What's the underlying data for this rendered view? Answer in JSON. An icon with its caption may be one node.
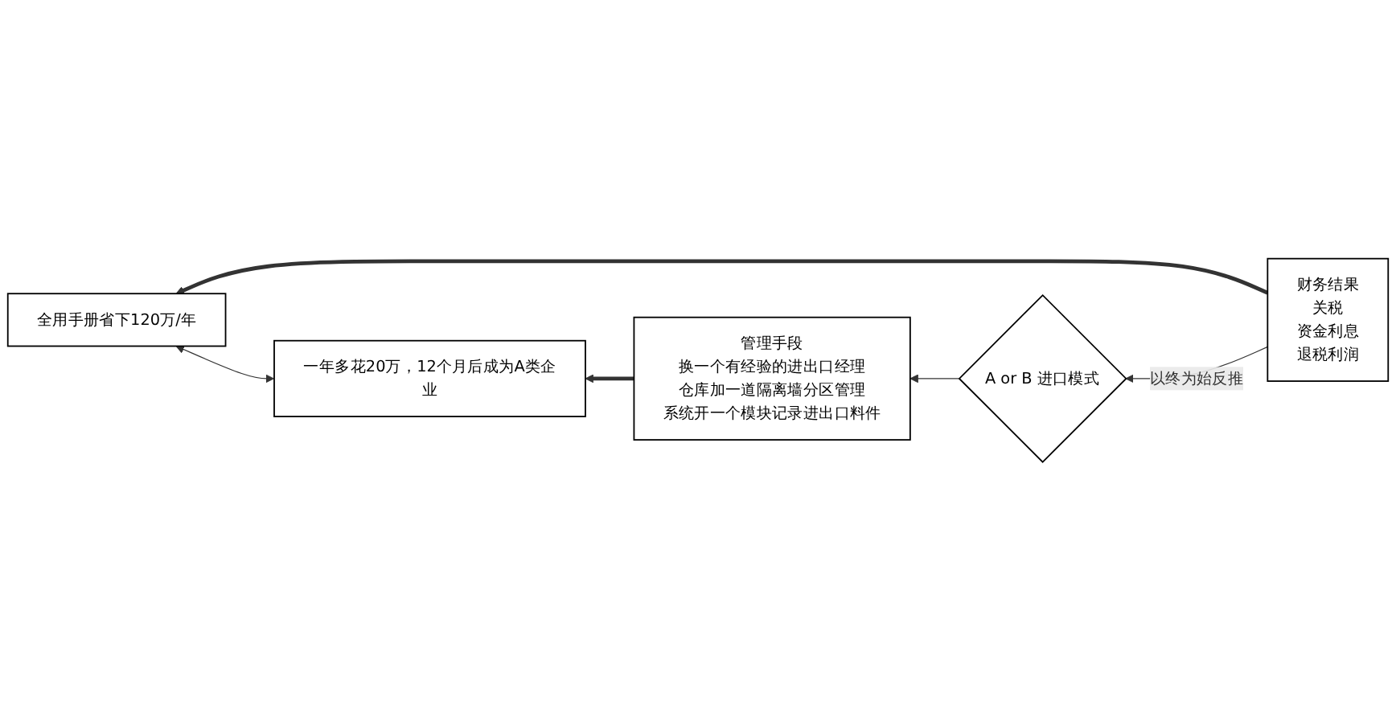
{
  "diagram": {
    "nodes": [
      {
        "text": [
          "管理手段",
          "换一个有经验的进出口经理",
          "仓库加一道隔离墙分区管理",
          "系统开一个模块记录进出口料件"
        ]
      },
      {
        "text": [
          "A or B 进口模式"
        ]
      },
      {
        "text": [
          "财务结果",
          "关税",
          "资金利息",
          "退税利润"
        ]
      },
      {
        "text": [
          "一年多花20万，12个月后成为A类企业"
        ]
      },
      {
        "text": [
          "全用手册省下120万/年"
        ]
      }
    ],
    "edges": [
      {
        "from": 2,
        "to": 1,
        "arrow": "to",
        "label": "以终为始反推"
      },
      {
        "from": 1,
        "to": 0,
        "arrow": "to"
      },
      {
        "from": 0,
        "to": 3,
        "arrow": "to",
        "style": "thick"
      },
      {
        "from": 2,
        "to": 4,
        "arrow": "to",
        "style": "thick"
      },
      {
        "from": 3,
        "to": 4,
        "arrow": "both"
      }
    ]
  }
}
